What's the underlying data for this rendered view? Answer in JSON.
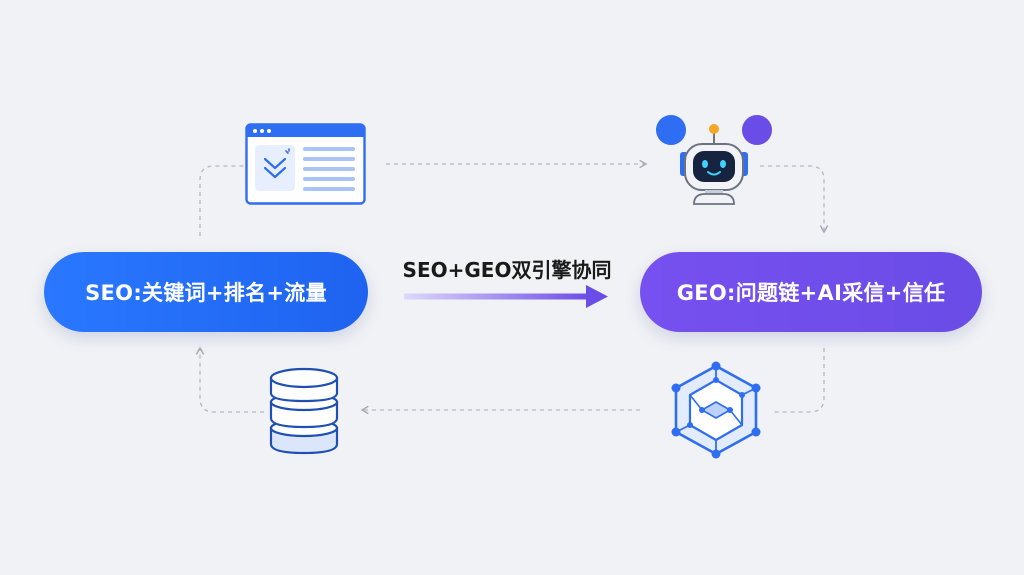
{
  "left_node": {
    "label": "SEO:关键词+排名+流量"
  },
  "right_node": {
    "label": "GEO:问题链+AI采信+信任"
  },
  "center": {
    "label": "SEO+GEO双引擎协同"
  },
  "icons": {
    "top_left": "browser-window-icon",
    "top_right": "robot-icon",
    "bottom_left": "database-icon",
    "bottom_right": "network-hexagon-icon"
  },
  "colors": {
    "seo_blue": "#1e63f0",
    "geo_purple": "#6a4ce6",
    "arrow_start": "#ded8fb",
    "arrow_end": "#6a4ce6",
    "connector_gray": "#b5b8c0",
    "background": "#f1f2f5"
  }
}
